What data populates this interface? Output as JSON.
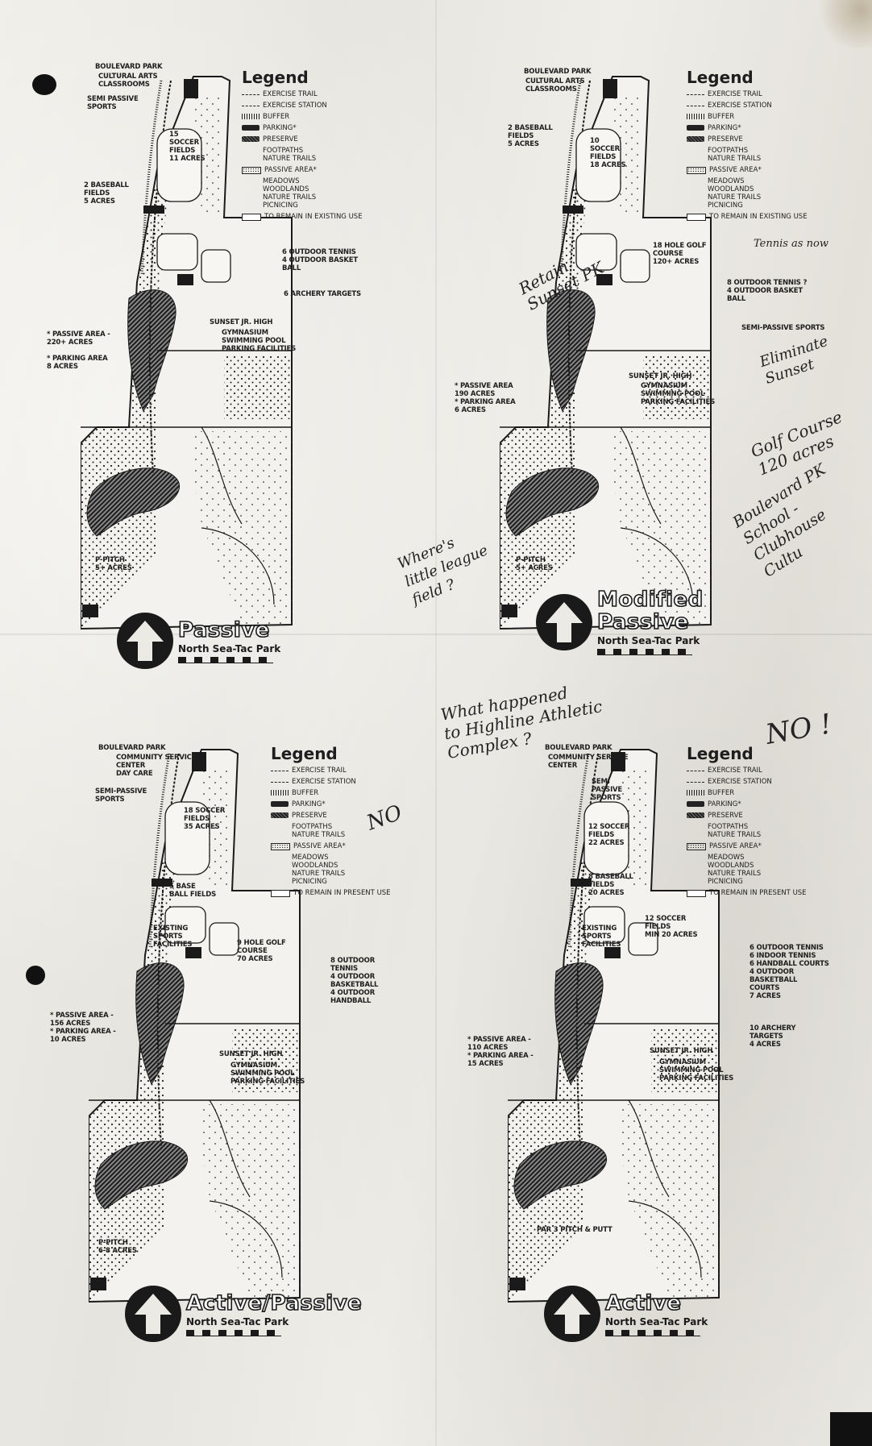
{
  "legend": {
    "title": "Legend",
    "items": [
      {
        "key": "trail",
        "label": "Exercise Trail"
      },
      {
        "key": "station",
        "label": "Exercise Station"
      },
      {
        "key": "buffer",
        "label": "Buffer"
      },
      {
        "key": "parking",
        "label": "Parking*"
      },
      {
        "key": "preserve",
        "label": "Preserve"
      },
      {
        "key": "footpaths",
        "label": "Footpaths\nNature Trails"
      },
      {
        "key": "passive",
        "label": "Passive Area*"
      },
      {
        "key": "meadows",
        "label": "Meadows\nWoodlands\nNature Trails\nPicnicing"
      }
    ],
    "existing_a": "To remain in existing use",
    "existing_b": "To remain in present use"
  },
  "park_name": "North Sea-Tac Park",
  "panels": [
    {
      "id": "passive",
      "plan_title": "Passive",
      "labels": {
        "boulevard": "Boulevard Park",
        "culture": "Cultural Arts\nClassrooms",
        "semi": "Semi Passive\nSports",
        "soccer": "15\nSoccer\nFields\n11 acres",
        "baseball": "2 Baseball\nFields\n5 acres",
        "tennis": "6 Outdoor Tennis\n4 Outdoor Basket\nBall",
        "archery": "6 Archery Targets",
        "sunset": "Sunset Jr. High",
        "gym": "Gymnasium\nSwimming Pool\nParking Facilities",
        "stats": "* Passive Area -\n220+ acres\n\n* Parking Area\n8 acres",
        "pitch": "P-Pitch\n5+ acres"
      }
    },
    {
      "id": "modified",
      "plan_title": "Modified\nPassive",
      "labels": {
        "boulevard": "Boulevard Park",
        "culture": "Cultural Arts\nClassrooms",
        "baseball": "2 Baseball\nFields\n5 acres",
        "soccer": "10\nSoccer\nFields\n18 acres",
        "golf": "18 Hole Golf\nCourse\n120+ acres",
        "tennis": "8 Outdoor Tennis ?\n4 Outdoor Basket\nBall",
        "semi": "Semi-Passive Sports",
        "sunset": "Sunset Jr. High",
        "gym": "Gymnasium\nSwimming Pool\nParking Facilities",
        "stats": "* Passive Area\n190 acres\n* Parking Area\n6 acres",
        "pitch": "P-Pitch\n5+ acres"
      }
    },
    {
      "id": "activepassive",
      "plan_title": "Active/Passive",
      "labels": {
        "boulevard": "Boulevard Park",
        "community": "Community Service\nCenter\nDay Care",
        "semi": "Semi-Passive\nSports",
        "soccer": "18 Soccer\nFields\n35 acres",
        "baseball": "5 Base\nBall Fields",
        "existing": "Existing\nSports\nFacilities",
        "golf": "9 Hole Golf\nCourse\n70 acres",
        "tennis": "8 Outdoor\nTennis\n4 Outdoor\nBasketball\n4 Outdoor\nHandball",
        "sunset": "Sunset Jr. High",
        "gym": "Gymnasium\nSwimming Pool\nParking Facilities",
        "stats": "* Passive Area -\n156 acres\n* Parking Area -\n10 acres",
        "pitch": "P-Pitch\n6-8 acres"
      }
    },
    {
      "id": "active",
      "plan_title": "Active",
      "labels": {
        "boulevard": "Boulevard Park",
        "community": "Community Service\nCenter",
        "semi": "Semi\nPassive\nSports",
        "soccer1": "12 Soccer\nFields\n22 acres",
        "baseball": "8 Baseball\nFields\n20 acres",
        "existing": "Existing\nSports\nFacilities",
        "soccer2": "12 Soccer\nFields\nMin 20 acres",
        "courts": "6 Outdoor Tennis\n6 Indoor Tennis\n6 Handball Courts\n4 Outdoor\nBasketball\nCourts\n7 acres",
        "archery": "10 Archery\nTargets\n4 acres",
        "sunset": "Sunset Jr. High",
        "gym": "Gymnasium\nSwimming Pool\nParking Facilities",
        "stats": "* Passive Area -\n110 acres\n* Parking Area -\n15 acres",
        "pitch": "Par 3 Pitch & Putt"
      }
    }
  ],
  "handwritten": {
    "tennis_note": "Tennis as now",
    "retain": "Retain\nSunset PK",
    "eliminate": "Eliminate\nSunset",
    "golf_note": "Golf Course\n120 acres",
    "boulevard_note": "Boulevard PK\nSchool - Clubhouse\nCultu",
    "little_league": "Where's\nlittle league\nfield ?",
    "highline": "What happened\nto Highline Athletic\nComplex ?",
    "no_small": "NO",
    "no_big": "NO !"
  }
}
